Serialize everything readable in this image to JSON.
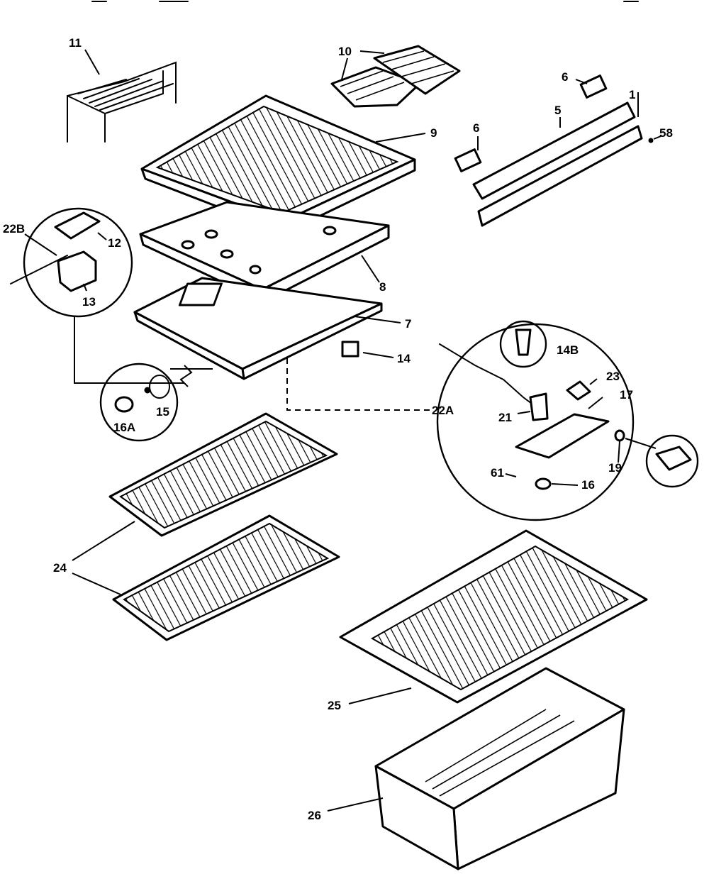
{
  "diagram": {
    "colors": {
      "ink": "#000000",
      "paper": "#ffffff"
    },
    "labels": {
      "l11": "11",
      "l10": "10",
      "l9": "9",
      "l8": "8",
      "l7": "7",
      "l14": "14",
      "l22b": "22B",
      "l12": "12",
      "l13": "13",
      "l15": "15",
      "l16a": "16A",
      "l6a": "6",
      "l6b": "6",
      "l5": "5",
      "l1": "1",
      "l58": "58",
      "l14b": "14B",
      "l23": "23",
      "l17": "17",
      "l21": "21",
      "l22a": "22A",
      "l61": "61",
      "l16": "16",
      "l19": "19",
      "l24": "24",
      "l25": "25",
      "l26": "26"
    }
  }
}
